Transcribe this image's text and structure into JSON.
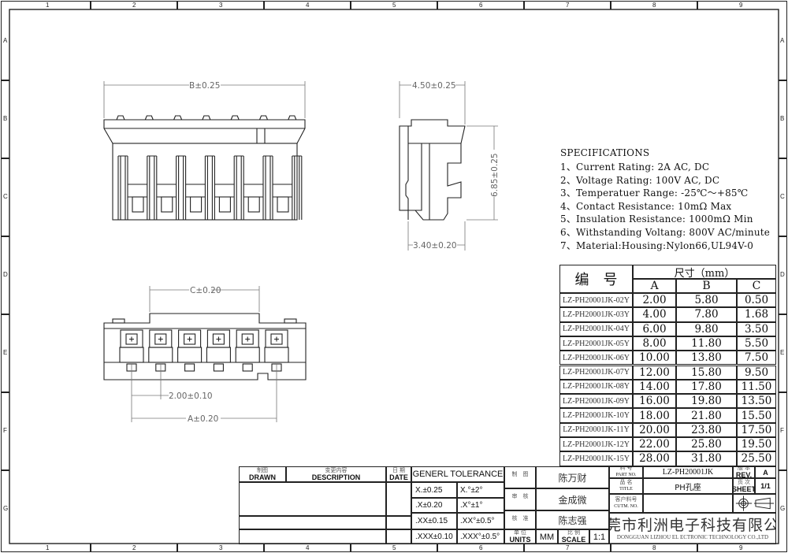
{
  "border": {
    "columns": [
      "1",
      "2",
      "3",
      "4",
      "5",
      "6",
      "7",
      "8",
      "9"
    ],
    "rows": [
      "A",
      "B",
      "C",
      "D",
      "E",
      "F",
      "G"
    ]
  },
  "dimensions": {
    "b_width": "B±0.25",
    "side_width": "4.50±0.25",
    "side_height": "6.85±0.25",
    "side_bottom": "3.40±0.20",
    "c_width": "C±0.20",
    "pitch": "2.00±0.10",
    "a_width": "A±0.20"
  },
  "specifications": {
    "title": "SPECIFICATIONS",
    "items": [
      "1、Current Rating: 2A AC, DC",
      "2、Voltage Rating: 100V AC, DC",
      "3、Temperatuer Range: -25℃～+85℃",
      "4、Contact Resistance: 10mΩ  Max",
      "5、Insulation Resistance: 1000mΩ  Min",
      "6、Withstanding Voltang: 800V AC/minute",
      "7、Material:Housing:Nylon66,UL94V-0"
    ]
  },
  "size_table": {
    "id_header": "编　号",
    "size_header": "尺寸（mm）",
    "columns": [
      "A",
      "B",
      "C"
    ],
    "rows": [
      {
        "id": "LZ-PH20001JK-02Y",
        "a": "2.00",
        "b": "5.80",
        "c": "0.50"
      },
      {
        "id": "LZ-PH20001JK-03Y",
        "a": "4.00",
        "b": "7.80",
        "c": "1.68"
      },
      {
        "id": "LZ-PH20001JK-04Y",
        "a": "6.00",
        "b": "9.80",
        "c": "3.50"
      },
      {
        "id": "LZ-PH20001JK-05Y",
        "a": "8.00",
        "b": "11.80",
        "c": "5.50"
      },
      {
        "id": "LZ-PH20001JK-06Y",
        "a": "10.00",
        "b": "13.80",
        "c": "7.50"
      },
      {
        "id": "LZ-PH20001JK-07Y",
        "a": "12.00",
        "b": "15.80",
        "c": "9.50"
      },
      {
        "id": "LZ-PH20001JK-08Y",
        "a": "14.00",
        "b": "17.80",
        "c": "11.50"
      },
      {
        "id": "LZ-PH20001JK-09Y",
        "a": "16.00",
        "b": "19.80",
        "c": "13.50"
      },
      {
        "id": "LZ-PH20001JK-10Y",
        "a": "18.00",
        "b": "21.80",
        "c": "15.50"
      },
      {
        "id": "LZ-PH20001JK-11Y",
        "a": "20.00",
        "b": "23.80",
        "c": "17.50"
      },
      {
        "id": "LZ-PH20001JK-12Y",
        "a": "22.00",
        "b": "25.80",
        "c": "19.50"
      },
      {
        "id": "LZ-PH20001JK-15Y",
        "a": "28.00",
        "b": "31.80",
        "c": "25.50"
      }
    ]
  },
  "title_block": {
    "drawn_cn": "制图",
    "drawn_en": "DRAWN",
    "desc_cn": "变更内容",
    "desc_en": "DESCRIPTION",
    "date_cn": "日 期",
    "date_en": "DATE",
    "tolerance_title": "GENERL  TOLERANCE",
    "tolerances": [
      [
        "X.±0.25",
        "X.°±2°"
      ],
      [
        ".X±0.20",
        ".X°±1°"
      ],
      [
        ".XX±0.15",
        ".XX°±0.5°"
      ],
      [
        ".XXX±0.10",
        ".XXX°±0.5°"
      ]
    ],
    "roles": [
      {
        "label": "制　图",
        "name": "陈万财"
      },
      {
        "label": "审　核",
        "name": "金成微"
      },
      {
        "label": "核　准",
        "name": "陈志强"
      }
    ],
    "units_cn": "单 位",
    "units_en": "UNITS",
    "units_value": "MM",
    "scale_cn": "比 例",
    "scale_en": "SCALE",
    "scale_value": "1:1",
    "part_no_cn": "料 号",
    "part_no_en": "PART NO.",
    "part_no": "LZ-PH20001JK",
    "title_cn": "品 名",
    "title_en": "TITLE",
    "title_value": "PH孔座",
    "cust_cn": "客户料号",
    "cust_en": "CUTM. NO.",
    "cust_value": "",
    "rev_cn": "版 本",
    "rev_en": "REV.",
    "rev_value": "A",
    "sheet_cn": "页 次",
    "sheet_en": "SHEET",
    "sheet_value": "1/1",
    "company_cn": "东莞市利洲电子科技有限公司",
    "company_en": "DONGGUAN LIZHOU EL ECTRONIC TECHNOLOGY CO.,LTD"
  }
}
